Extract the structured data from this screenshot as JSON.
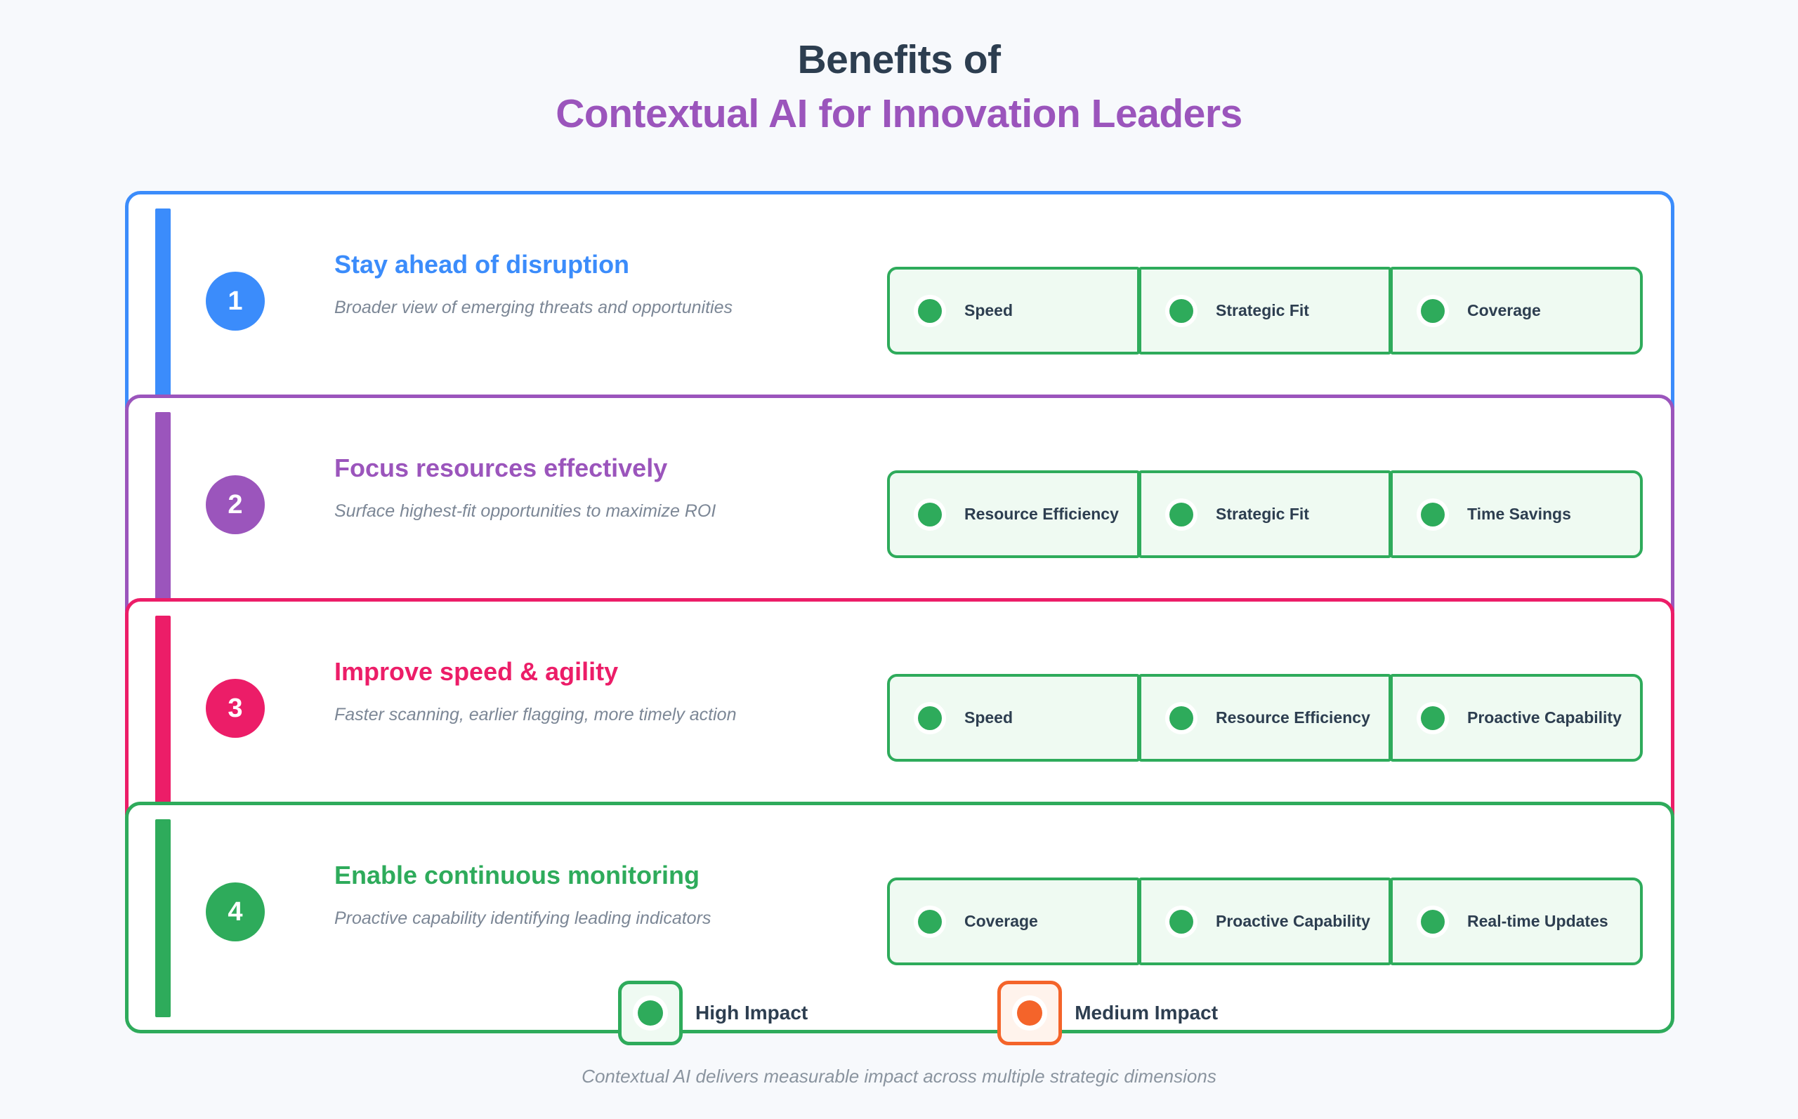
{
  "header": {
    "title_line1": "Benefits of",
    "title_line2": "Contextual AI for Innovation Leaders",
    "title_line1_color": "#2d3e50",
    "title_line2_color": "#9b55bc"
  },
  "cards": [
    {
      "number": "1",
      "title": "Stay ahead of disruption",
      "subtitle": "Broader view of emerging threats and opportunities",
      "color": "#3b8cfb",
      "metrics": [
        {
          "label": "Speed",
          "impact": "high"
        },
        {
          "label": "Strategic Fit",
          "impact": "high"
        },
        {
          "label": "Coverage",
          "impact": "high"
        }
      ]
    },
    {
      "number": "2",
      "title": "Focus resources effectively",
      "subtitle": "Surface highest-fit opportunities to maximize ROI",
      "color": "#9b55bc",
      "metrics": [
        {
          "label": "Resource Efficiency",
          "impact": "high"
        },
        {
          "label": "Strategic Fit",
          "impact": "high"
        },
        {
          "label": "Time Savings",
          "impact": "high"
        }
      ]
    },
    {
      "number": "3",
      "title": "Improve speed & agility",
      "subtitle": "Faster scanning, earlier flagging, more timely action",
      "color": "#ec1d68",
      "metrics": [
        {
          "label": "Speed",
          "impact": "high"
        },
        {
          "label": "Resource Efficiency",
          "impact": "high"
        },
        {
          "label": "Proactive Capability",
          "impact": "high"
        }
      ]
    },
    {
      "number": "4",
      "title": "Enable continuous monitoring",
      "subtitle": "Proactive capability identifying leading indicators",
      "color": "#2eab5b",
      "metrics": [
        {
          "label": "Coverage",
          "impact": "high"
        },
        {
          "label": "Proactive Capability",
          "impact": "high"
        },
        {
          "label": "Real-time Updates",
          "impact": "high"
        }
      ]
    }
  ],
  "legend": {
    "items": [
      {
        "label": "High Impact",
        "color": "#2eab5b"
      },
      {
        "label": "Medium Impact",
        "color": "#f4642a"
      }
    ]
  },
  "footer": {
    "text": "Contextual AI delivers measurable impact across multiple strategic dimensions"
  }
}
